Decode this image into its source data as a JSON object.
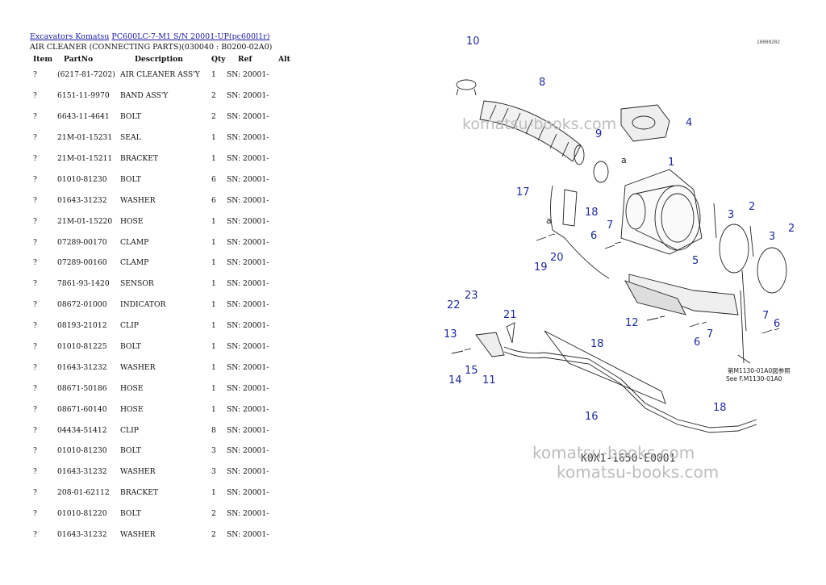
{
  "breadcrumb": {
    "link1": "Excavators Komatsu",
    "link2": "PC600LC-7-M1 S/N 20001-UP(pc600l1r)"
  },
  "subtitle": "AIR CLEANER (CONNECTING PARTS)(030040 : B0200-02A0)",
  "table": {
    "headers": [
      "Item",
      "PartNo",
      "Description",
      "Qty",
      "Ref",
      "Alt"
    ],
    "rows": [
      [
        "?",
        "(6217-81-7202)",
        "AIR CLEANER ASS'Y",
        "1",
        "SN: 20001-",
        ""
      ],
      [
        "?",
        "6151-11-9970",
        "BAND ASS'Y",
        "2",
        "SN: 20001-",
        ""
      ],
      [
        "?",
        "6643-11-4641",
        "BOLT",
        "2",
        "SN: 20001-",
        ""
      ],
      [
        "?",
        "21M-01-15231",
        "SEAL",
        "1",
        "SN: 20001-",
        ""
      ],
      [
        "?",
        "21M-01-15211",
        "BRACKET",
        "1",
        "SN: 20001-",
        ""
      ],
      [
        "?",
        "01010-81230",
        "BOLT",
        "6",
        "SN: 20001-",
        ""
      ],
      [
        "?",
        "01643-31232",
        "WASHER",
        "6",
        "SN: 20001-",
        ""
      ],
      [
        "?",
        "21M-01-15220",
        "HOSE",
        "1",
        "SN: 20001-",
        ""
      ],
      [
        "?",
        "07289-00170",
        "CLAMP",
        "1",
        "SN: 20001-",
        ""
      ],
      [
        "?",
        "07289-00160",
        "CLAMP",
        "1",
        "SN: 20001-",
        ""
      ],
      [
        "?",
        "7861-93-1420",
        "SENSOR",
        "1",
        "SN: 20001-",
        ""
      ],
      [
        "?",
        "08672-01000",
        "INDICATOR",
        "1",
        "SN: 20001-",
        ""
      ],
      [
        "?",
        "08193-21012",
        "CLIP",
        "1",
        "SN: 20001-",
        ""
      ],
      [
        "?",
        "01010-81225",
        "BOLT",
        "1",
        "SN: 20001-",
        ""
      ],
      [
        "?",
        "01643-31232",
        "WASHER",
        "1",
        "SN: 20001-",
        ""
      ],
      [
        "?",
        "08671-50186",
        "HOSE",
        "1",
        "SN: 20001-",
        ""
      ],
      [
        "?",
        "08671-60140",
        "HOSE",
        "1",
        "SN: 20001-",
        ""
      ],
      [
        "?",
        "04434-51412",
        "CLIP",
        "8",
        "SN: 20001-",
        ""
      ],
      [
        "?",
        "01010-81230",
        "BOLT",
        "3",
        "SN: 20001-",
        ""
      ],
      [
        "?",
        "01643-31232",
        "WASHER",
        "3",
        "SN: 20001-",
        ""
      ],
      [
        "?",
        "208-01-62112",
        "BRACKET",
        "1",
        "SN: 20001-",
        ""
      ],
      [
        "?",
        "01010-81220",
        "BOLT",
        "2",
        "SN: 20001-",
        ""
      ],
      [
        "?",
        "01643-31232",
        "WASHER",
        "2",
        "SN: 20001-",
        ""
      ]
    ]
  },
  "diagram": {
    "code_top_right": "10000202",
    "callouts": [
      "10",
      "8",
      "4",
      "9",
      "1",
      "17",
      "18",
      "7",
      "6",
      "3",
      "2",
      "3",
      "2",
      "19",
      "20",
      "5",
      "23",
      "22",
      "21",
      "13",
      "15",
      "14",
      "11",
      "12",
      "6",
      "7",
      "7",
      "6",
      "18",
      "16",
      "18"
    ],
    "letter_a": "a",
    "ref_note_jp": "第M1130-01A0図参照",
    "ref_note_en": "See F.M1130-01A0",
    "bottom_code": "K0X1-1650-E0001",
    "watermark": "komatsu-books.com"
  }
}
